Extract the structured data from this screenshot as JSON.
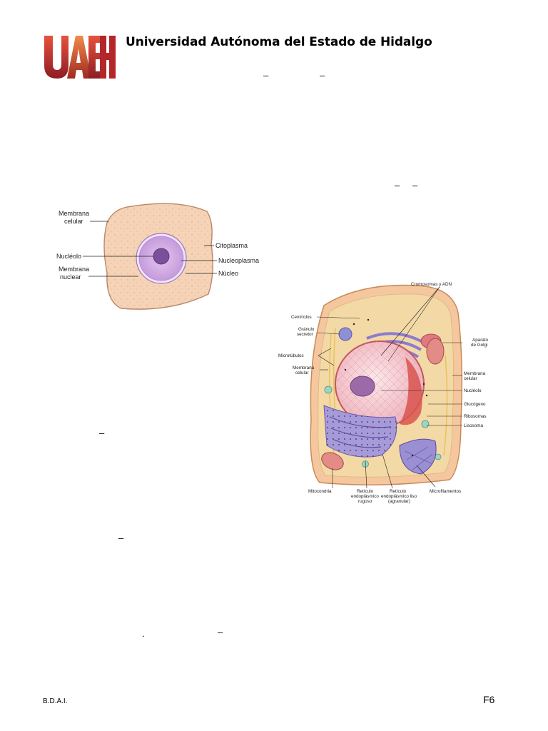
{
  "header": {
    "title": "Universidad Autónoma del Estado de Hidalgo",
    "logo_text": "UAEH"
  },
  "marks": {
    "dash": "–",
    "dot": "."
  },
  "figure1": {
    "labels": {
      "membrana_celular_1": "Membrana",
      "membrana_celular_2": "celular",
      "nucleolo": "Nucléolo",
      "membrana_nuclear_1": "Membrana",
      "membrana_nuclear_2": "nuclear",
      "citoplasma": "Citoplasma",
      "nucleoplasma": "Nucleoplasma",
      "nucleo": "Núcleo"
    }
  },
  "figure2": {
    "labels": {
      "cromosomas": "Cromosomas y ADN",
      "centriolos": "Centríolos",
      "granulo_1": "Gránulo",
      "granulo_2": "secretor",
      "microtubulos": "Microtúbulos",
      "membrana_1": "Membrana",
      "membrana_2": "celular",
      "aparato_1": "Aparato",
      "aparato_2": "de Golgi",
      "membrana_r1": "Membrana",
      "membrana_r2": "celular",
      "nucleolo": "Nucléolo",
      "glucogeno": "Glucógeno",
      "ribosomas": "Ribosomas",
      "lisosoma": "Lisosoma",
      "mitocondria": "Mitocondria",
      "rer_1": "Retículo",
      "rer_2": "endoplásmico",
      "rer_3": "rugoso",
      "rel_1": "Retículo",
      "rel_2": "endoplásmico liso",
      "rel_3": "(agranular)",
      "microfilamentos": "Microfilamentos"
    }
  },
  "footer": {
    "left": "B.D.A.I.",
    "right": "F6"
  }
}
